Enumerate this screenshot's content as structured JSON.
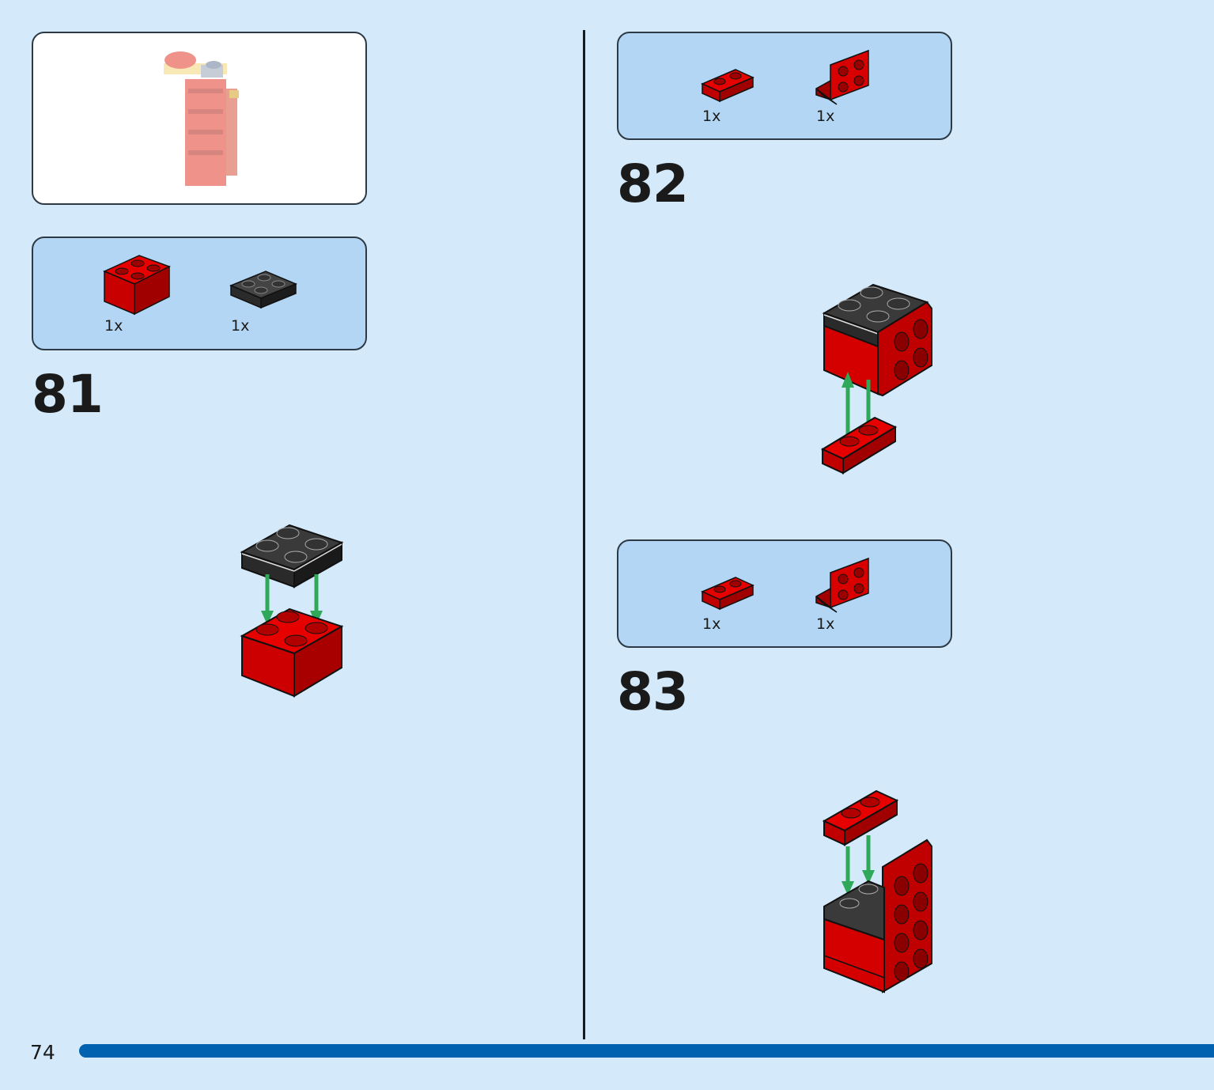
{
  "page_number": "74",
  "preview_box": {
    "icon": "assembled-tower-preview"
  },
  "steps": [
    {
      "number": "81",
      "parts": [
        {
          "qty": "1x",
          "icon": "red-brick-2x2-icon"
        },
        {
          "qty": "1x",
          "icon": "black-plate-2x2-icon"
        }
      ]
    },
    {
      "number": "82",
      "parts": [
        {
          "qty": "1x",
          "icon": "red-plate-1x2-icon"
        },
        {
          "qty": "1x",
          "icon": "red-bracket-icon"
        }
      ]
    },
    {
      "number": "83",
      "parts": [
        {
          "qty": "1x",
          "icon": "red-plate-1x2-icon"
        },
        {
          "qty": "1x",
          "icon": "red-bracket-icon"
        }
      ]
    }
  ],
  "colors": {
    "background": "#d4eafa",
    "parts_panel": "#b3d6f4",
    "brick_red": "#d40000",
    "plate_black": "#333333",
    "arrow_green": "#2fa85a",
    "bar_blue": "#0061b0"
  }
}
